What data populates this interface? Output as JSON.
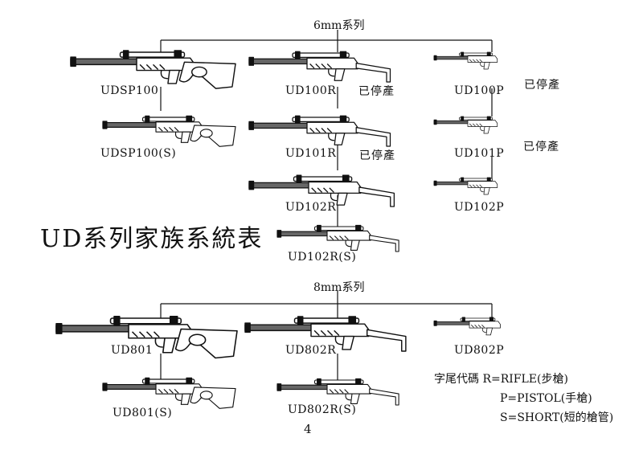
{
  "title": "UD系列家族系統表",
  "page_number": "4",
  "groups": [
    {
      "header": "6mm系列"
    },
    {
      "header": "8mm系列"
    }
  ],
  "models": {
    "udsp100": "UDSP100",
    "udsp100s": "UDSP100(S)",
    "ud100r": "UD100R",
    "ud101r": "UD101R",
    "ud102r": "UD102R",
    "ud102rs": "UD102R(S)",
    "ud100p": "UD100P",
    "ud101p": "UD101P",
    "ud102p": "UD102P",
    "ud801": "UD801",
    "ud801s": "UD801(S)",
    "ud802r": "UD802R",
    "ud802rs": "UD802R(S)",
    "ud802p": "UD802P"
  },
  "discontinued_label": "已停產",
  "legend": {
    "line1": "字尾代碼 R=RIFLE(步槍)",
    "line2": "P=PISTOL(手槍)",
    "line3": "S=SHORT(短的槍管)"
  },
  "colors": {
    "ink": "#111111",
    "paper": "#ffffff"
  }
}
